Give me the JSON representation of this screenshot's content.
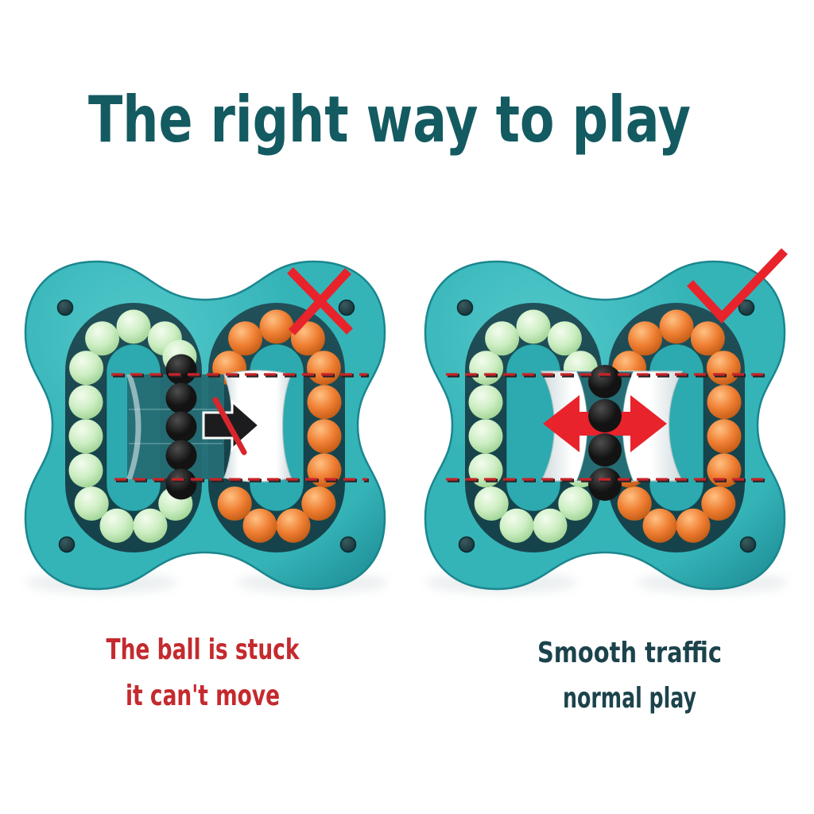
{
  "page": {
    "background": "#ffffff"
  },
  "title": {
    "text": "The right way to play",
    "color": "#135a61"
  },
  "captions": {
    "left": {
      "line1": "The ball is stuck",
      "line2": "it can't move",
      "color": "#c42a2e"
    },
    "right": {
      "line1": "Smooth traffic",
      "line2": "normal play",
      "color": "#1c434c"
    }
  },
  "colors": {
    "body": "#35b4b8",
    "body_hi": "#52c8ca",
    "body_dark": "#23969d",
    "body_stroke": "#1b868e",
    "track": "#16434b",
    "track_hi": "#225059",
    "island": "#2daaaf",
    "bead_green": "#cdeec3",
    "bead_green_hi": "#f3fcee",
    "bead_green_dark": "#9ed293",
    "bead_orange": "#ef7e32",
    "bead_orange_hi": "#ffc183",
    "bead_orange_dark": "#c05a14",
    "bead_black": "#131313",
    "bead_black_hi": "#4e4e4e",
    "band_dark": "#256d74",
    "plate_white": "#ffffff",
    "plate_edge": "#b9c6c9",
    "plate_silver": "#cfdadd",
    "arrow_black": "#1c1c1e",
    "red": "#e8232b",
    "slash_red": "#d7262c",
    "dash_red": "#c62428",
    "dash_dark": "#2c2326",
    "screw": "#123238",
    "screw_hi": "#3b5a5e",
    "shadow": "#c9d4d6"
  },
  "toys": [
    {
      "name": "blocked-toy",
      "annotation": "cross",
      "black_beads": 5,
      "rings": [
        {
          "beads": "green"
        },
        {
          "beads": "orange"
        }
      ],
      "arrow": "right-blocked"
    },
    {
      "name": "free-toy",
      "annotation": "check",
      "black_beads": 4,
      "rings": [
        {
          "beads": "green"
        },
        {
          "beads": "orange"
        }
      ],
      "arrow": "left-right"
    }
  ]
}
